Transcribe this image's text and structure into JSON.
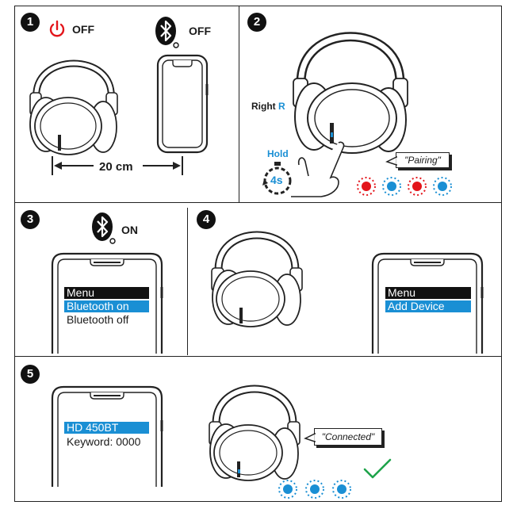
{
  "steps": [
    "1",
    "2",
    "3",
    "4",
    "5"
  ],
  "step1": {
    "power_state": "OFF",
    "bluetooth_state": "OFF",
    "distance": "20 cm"
  },
  "step2": {
    "side_label": "Right",
    "side_letter": "R",
    "hold_label": "Hold",
    "hold_time": "4s",
    "pairing_text": "\"Pairing\""
  },
  "step3": {
    "bluetooth_state": "ON",
    "menu_title": "Menu",
    "option_on": "Bluetooth on",
    "option_off": "Bluetooth off"
  },
  "step4": {
    "menu_title": "Menu",
    "option_add": "Add Device"
  },
  "step5": {
    "device_name": "HD 450BT",
    "keyword": "Keyword: 0000",
    "connected_text": "\"Connected\""
  },
  "colors": {
    "accent_blue": "#1a8fd4",
    "power_red": "#e3151b",
    "led_red": "#e3151b",
    "led_blue": "#1a8fd4",
    "check_green": "#1ea34a"
  },
  "icons": [
    "power-icon",
    "bluetooth-icon",
    "headphones",
    "smartphone",
    "stopwatch-icon",
    "hand-icon",
    "led-indicator",
    "checkmark-icon"
  ]
}
